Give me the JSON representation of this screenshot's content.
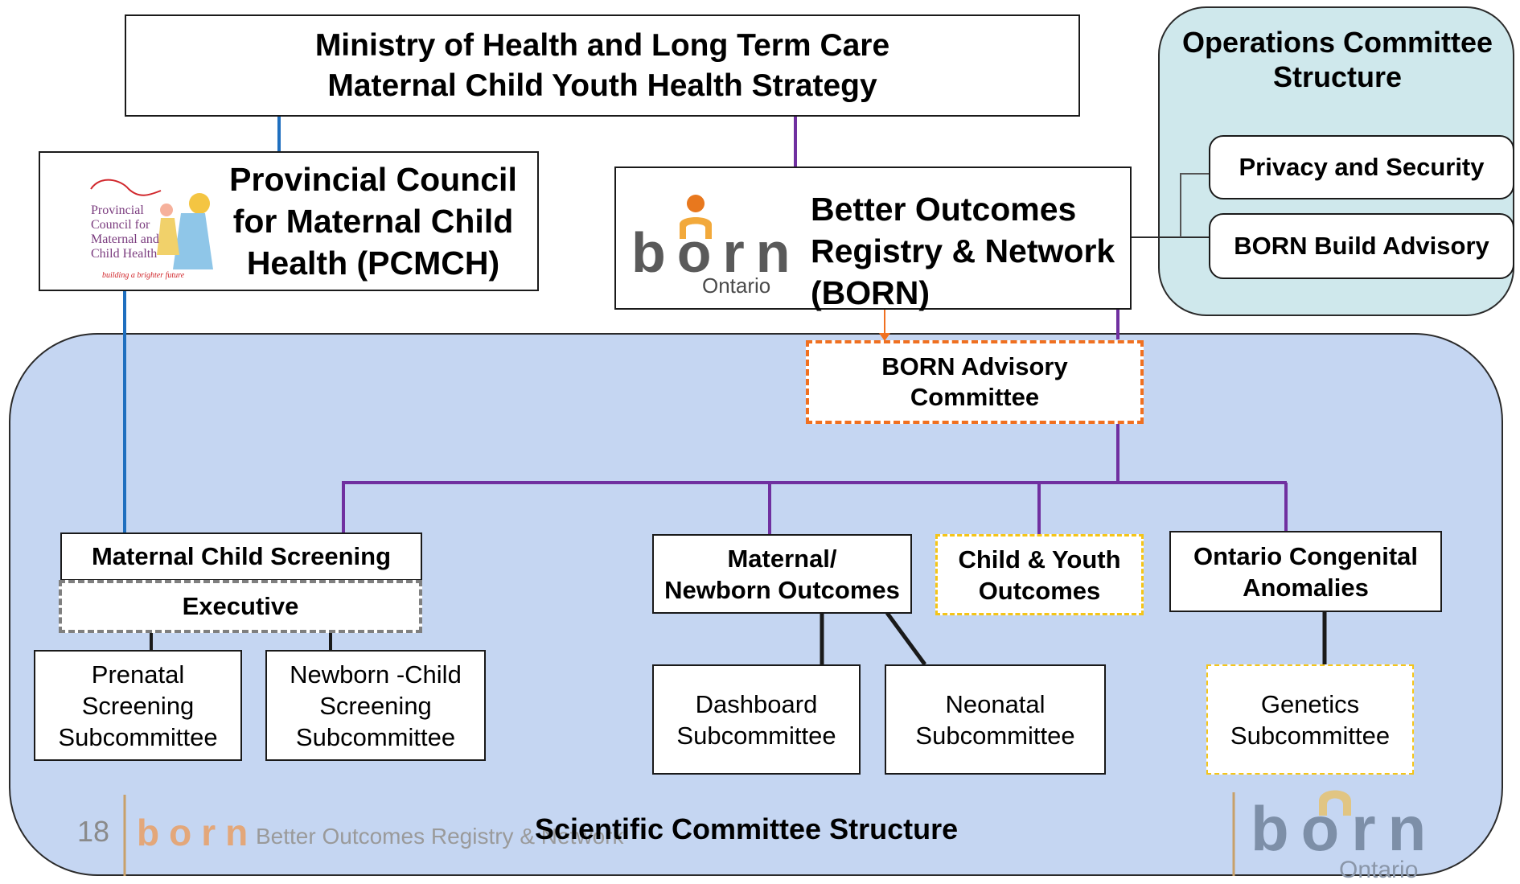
{
  "ministry": {
    "line1": "Ministry of Health and Long Term Care",
    "line2": "Maternal Child Youth Health Strategy"
  },
  "pcmch": {
    "title_line1": "Provincial Council",
    "title_line2": "for Maternal Child",
    "title_line3": "Health (PCMCH)",
    "logo_line1": "Provincial",
    "logo_line2": "Council for",
    "logo_line3": "Maternal and",
    "logo_line4": "Child Health",
    "logo_tagline": "building a brighter future"
  },
  "born": {
    "title_line1": "Better Outcomes",
    "title_line2": "Registry & Network",
    "title_line3": "(BORN)",
    "logo_word": "born",
    "logo_sub": "Ontario"
  },
  "operations": {
    "title_line1": "Operations Committee",
    "title_line2": "Structure",
    "items": [
      "Privacy and Security",
      "BORN Build Advisory"
    ]
  },
  "advisory": {
    "line1": "BORN Advisory",
    "line2": "Committee"
  },
  "screening": {
    "title": "Maternal Child Screening",
    "executive": "Executive"
  },
  "prenatal": [
    "Prenatal",
    "Screening",
    "Subcommittee"
  ],
  "newborn_child": [
    "Newborn -Child",
    "Screening",
    "Subcommittee"
  ],
  "maternal_newborn": [
    "Maternal/",
    "Newborn Outcomes"
  ],
  "child_youth": [
    "Child & Youth",
    "Outcomes"
  ],
  "congenital": [
    "Ontario Congenital",
    "Anomalies"
  ],
  "dashboard": [
    "Dashboard",
    "Subcommittee"
  ],
  "neonatal": [
    "Neonatal",
    "Subcommittee"
  ],
  "genetics": [
    "Genetics",
    "Subcommittee"
  ],
  "scientific_label": "Scientific Committee Structure",
  "footer": {
    "page_number": "18",
    "born_word": "born",
    "tagline": "Better Outcomes Registry & Network",
    "logo_word": "born",
    "logo_sub": "Ontario"
  },
  "colors": {
    "blue_line": "#1f6fbf",
    "purple_line": "#7030a0",
    "orange_dash": "#f07020",
    "yellow_dash": "#f5c518",
    "gray_dash": "#7f7f7f",
    "scientific_bg": "#c5d6f2",
    "operations_bg": "#cfe8ec",
    "born_orange": "#e8781e",
    "born_gray": "#5a5a5a"
  }
}
